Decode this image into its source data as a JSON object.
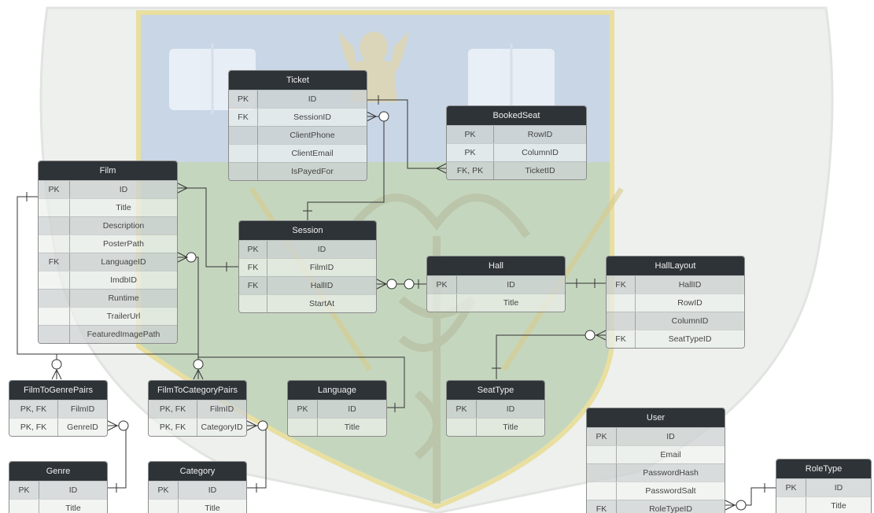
{
  "entities": {
    "ticket": {
      "title": "Ticket",
      "rows": [
        {
          "key": "PK",
          "field": "ID"
        },
        {
          "key": "FK",
          "field": "SessionID"
        },
        {
          "key": "",
          "field": "ClientPhone"
        },
        {
          "key": "",
          "field": "ClientEmail"
        },
        {
          "key": "",
          "field": "IsPayedFor"
        }
      ]
    },
    "booked_seat": {
      "title": "BookedSeat",
      "rows": [
        {
          "key": "PK",
          "field": "RowID"
        },
        {
          "key": "PK",
          "field": "ColumnID"
        },
        {
          "key": "FK, PK",
          "field": "TicketID"
        }
      ]
    },
    "film": {
      "title": "Film",
      "rows": [
        {
          "key": "PK",
          "field": "ID"
        },
        {
          "key": "",
          "field": "Title"
        },
        {
          "key": "",
          "field": "Description"
        },
        {
          "key": "",
          "field": "PosterPath"
        },
        {
          "key": "FK",
          "field": "LanguageID"
        },
        {
          "key": "",
          "field": "ImdbID"
        },
        {
          "key": "",
          "field": "Runtime"
        },
        {
          "key": "",
          "field": "TrailerUrl"
        },
        {
          "key": "",
          "field": "FeaturedImagePath"
        }
      ]
    },
    "session": {
      "title": "Session",
      "rows": [
        {
          "key": "PK",
          "field": "ID"
        },
        {
          "key": "FK",
          "field": "FilmID"
        },
        {
          "key": "FK",
          "field": "HallID"
        },
        {
          "key": "",
          "field": "StartAt"
        }
      ]
    },
    "hall": {
      "title": "Hall",
      "rows": [
        {
          "key": "PK",
          "field": "ID"
        },
        {
          "key": "",
          "field": "Title"
        }
      ]
    },
    "hall_layout": {
      "title": "HallLayout",
      "rows": [
        {
          "key": "FK",
          "field": "HallID"
        },
        {
          "key": "",
          "field": "RowID"
        },
        {
          "key": "",
          "field": "ColumnID"
        },
        {
          "key": "FK",
          "field": "SeatTypeID"
        }
      ]
    },
    "film_to_genre_pairs": {
      "title": "FilmToGenrePairs",
      "rows": [
        {
          "key": "PK, FK",
          "field": "FilmID"
        },
        {
          "key": "PK, FK",
          "field": "GenreID"
        }
      ]
    },
    "film_to_category_pairs": {
      "title": "FilmToCategoryPairs",
      "rows": [
        {
          "key": "PK, FK",
          "field": "FilmID"
        },
        {
          "key": "PK, FK",
          "field": "CategoryID"
        }
      ]
    },
    "language": {
      "title": "Language",
      "rows": [
        {
          "key": "PK",
          "field": "ID"
        },
        {
          "key": "",
          "field": "Title"
        }
      ]
    },
    "seat_type": {
      "title": "SeatType",
      "rows": [
        {
          "key": "PK",
          "field": "ID"
        },
        {
          "key": "",
          "field": "Title"
        }
      ]
    },
    "user": {
      "title": "User",
      "rows": [
        {
          "key": "PK",
          "field": "ID"
        },
        {
          "key": "",
          "field": "Email"
        },
        {
          "key": "",
          "field": "PasswordHash"
        },
        {
          "key": "",
          "field": "PasswordSalt"
        },
        {
          "key": "FK",
          "field": "RoleTypeID"
        }
      ]
    },
    "genre": {
      "title": "Genre",
      "rows": [
        {
          "key": "PK",
          "field": "ID"
        },
        {
          "key": "",
          "field": "Title"
        }
      ]
    },
    "category": {
      "title": "Category",
      "rows": [
        {
          "key": "PK",
          "field": "ID"
        },
        {
          "key": "",
          "field": "Title"
        }
      ]
    },
    "role_type": {
      "title": "RoleType",
      "rows": [
        {
          "key": "PK",
          "field": "ID"
        },
        {
          "key": "",
          "field": "Title"
        }
      ]
    }
  },
  "colors": {
    "shield_top": "#c8d6e6",
    "shield_bottom": "#c5d6bf",
    "shield_border": "#e8dfa0",
    "header": "#2e3338",
    "line": "#333333"
  }
}
